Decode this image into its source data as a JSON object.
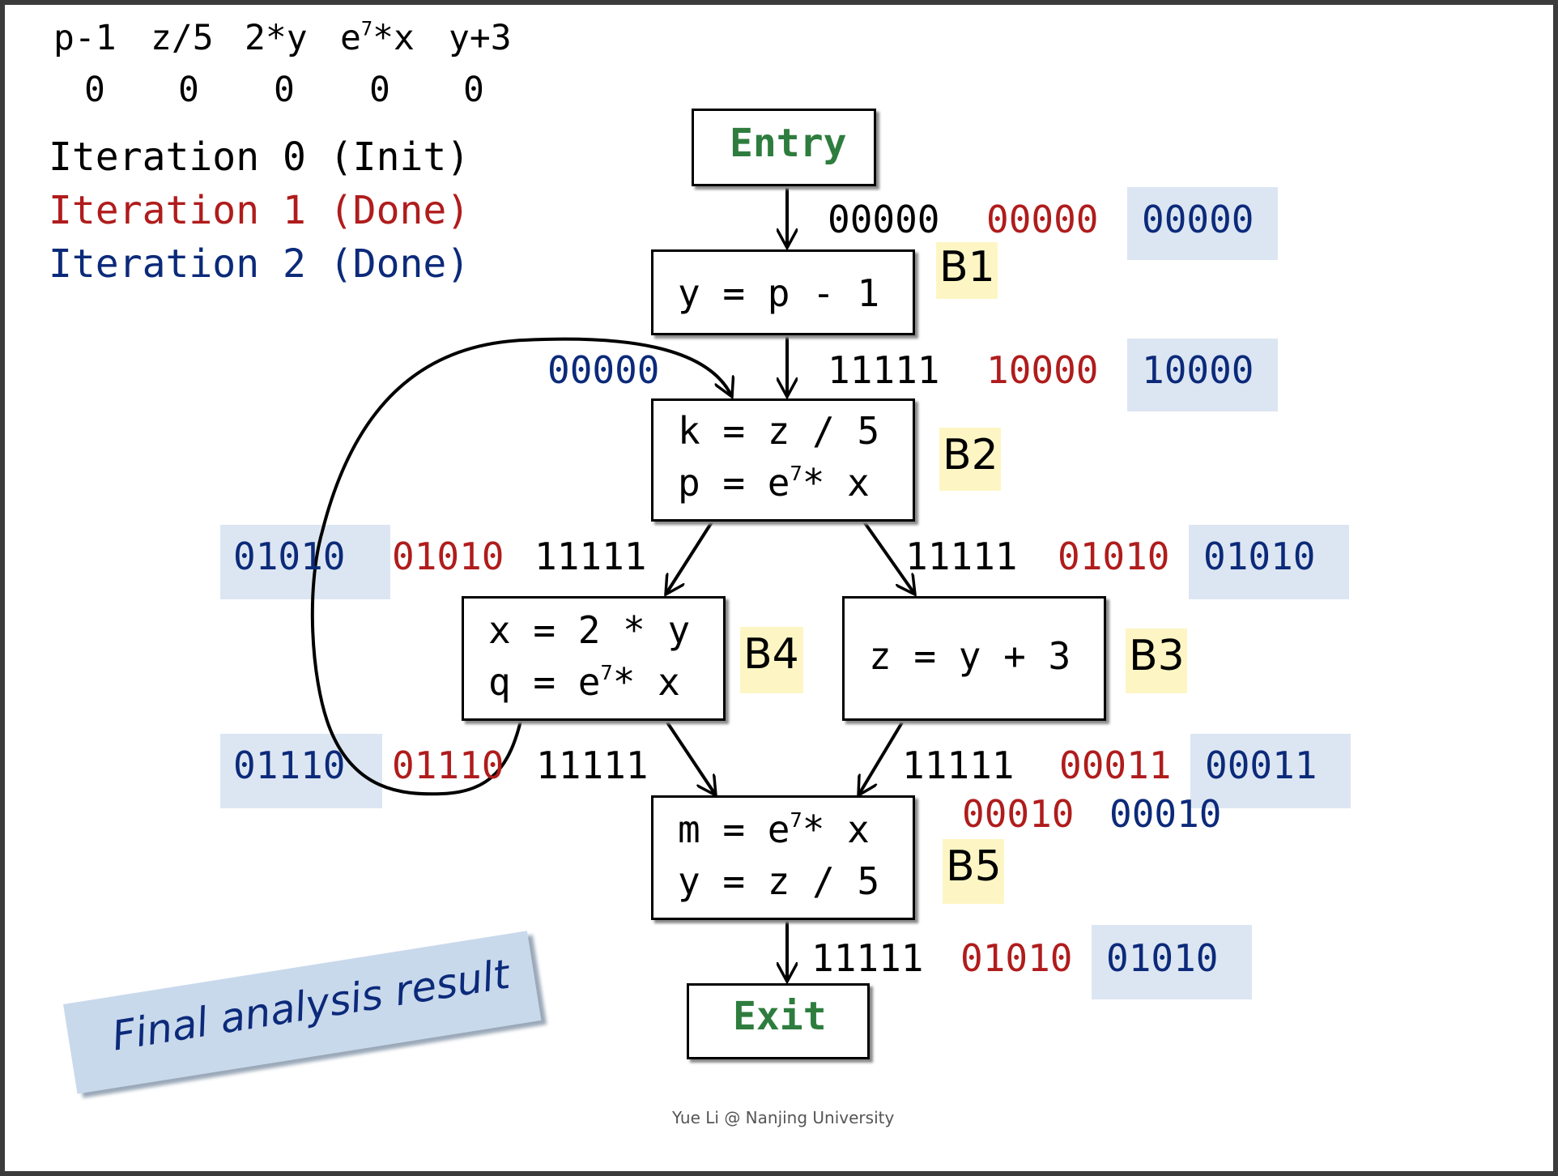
{
  "header": {
    "expressions": [
      "p-1",
      "z/5",
      "2*y",
      "e7*x",
      "y+3"
    ],
    "initial_bits": [
      "0",
      "0",
      "0",
      "0",
      "0"
    ]
  },
  "legend": [
    {
      "text": "Iteration 0 (Init)",
      "color": "#000000"
    },
    {
      "text": "Iteration 1 (Done)",
      "color": "#b01c1c"
    },
    {
      "text": "Iteration 2 (Done)",
      "color": "#0c2a7a"
    }
  ],
  "nodes": {
    "entry": "Entry",
    "exit": "Exit",
    "b1": {
      "label": "B1",
      "lines": [
        "y = p - 1"
      ]
    },
    "b2": {
      "label": "B2",
      "lines": [
        "k = z / 5",
        "p = e7* x"
      ]
    },
    "b3": {
      "label": "B3",
      "lines": [
        "z = y + 3"
      ]
    },
    "b4": {
      "label": "B4",
      "lines": [
        "x = 2 * y",
        "q = e7* x"
      ]
    },
    "b5": {
      "label": "B5",
      "lines": [
        "m = e7* x",
        "y = z / 5"
      ]
    }
  },
  "values": {
    "b1_in": {
      "iter0": "00000",
      "iter1": "00000",
      "iter2": "00000"
    },
    "b1_out": {
      "iter0": "11111",
      "iter1": "10000",
      "iter2": "10000"
    },
    "back_edge": {
      "iter2": "00000"
    },
    "b2_out_left": {
      "iter0": "11111",
      "iter1": "01010",
      "iter2": "01010"
    },
    "b2_out_right": {
      "iter0": "11111",
      "iter1": "01010",
      "iter2": "01010"
    },
    "b4_out": {
      "iter0": "11111",
      "iter1": "01110",
      "iter2": "01110"
    },
    "b3_out": {
      "iter0": "11111",
      "iter1": "00011",
      "iter2": "00011"
    },
    "b5_in": {
      "iter1": "00010",
      "iter2": "00010"
    },
    "b5_out": {
      "iter0": "11111",
      "iter1": "01010",
      "iter2": "01010"
    }
  },
  "banner": "Final analysis result",
  "footer": "Yue Li @ Nanjing University",
  "colors": {
    "iter0": "#000000",
    "iter1": "#b01c1c",
    "iter2": "#0c2a7a",
    "entry_exit": "#2e7d3e",
    "highlight_blue": "#dce6f2",
    "highlight_yellow": "#fdf6c4"
  }
}
